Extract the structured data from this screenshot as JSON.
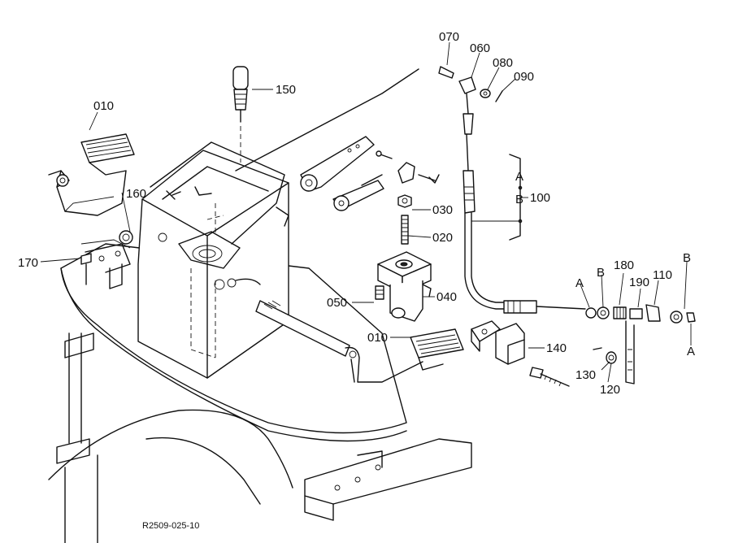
{
  "drawing_code": "R2509-025-10",
  "labels": {
    "p010_top": "010",
    "p010_bottom": "010",
    "p020": "020",
    "p030": "030",
    "p040": "040",
    "p050": "050",
    "p060": "060",
    "p070": "070",
    "p080": "080",
    "p090": "090",
    "p100": "100",
    "p110": "110",
    "p120": "120",
    "p130": "130",
    "p140": "140",
    "p150": "150",
    "p160": "160",
    "p170": "170",
    "p180": "180",
    "p190": "190",
    "ref_a1": "A",
    "ref_b1": "B",
    "ref_a2": "A",
    "ref_b2": "B",
    "ref_b3": "B",
    "ref_a3": "A"
  }
}
